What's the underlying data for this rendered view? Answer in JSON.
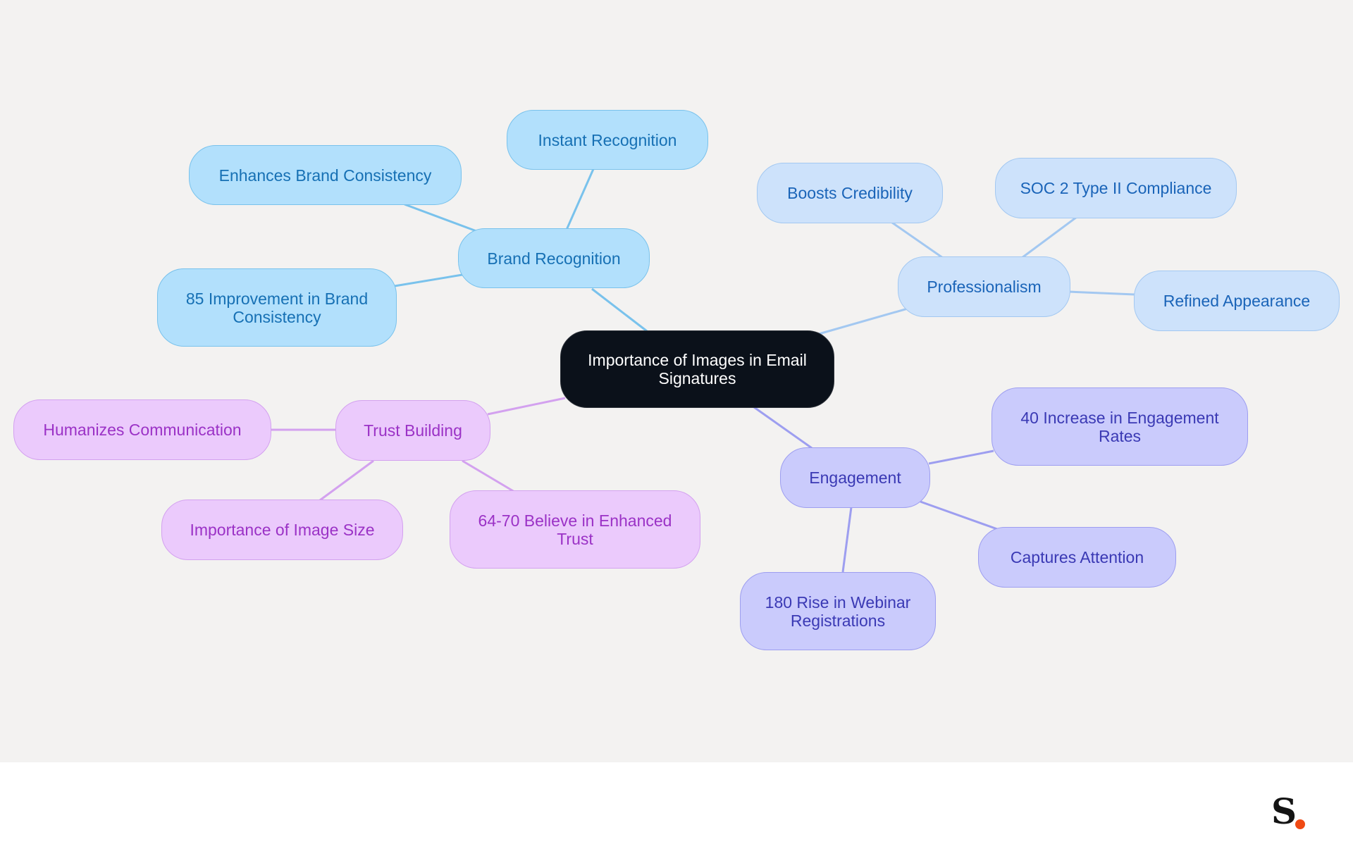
{
  "diagram": {
    "root": "Importance of Images in Email Signatures",
    "branches": [
      {
        "label": "Brand Recognition",
        "children": [
          "Instant Recognition",
          "Enhances Brand Consistency",
          "85 Improvement in Brand Consistency"
        ]
      },
      {
        "label": "Professionalism",
        "children": [
          "Boosts Credibility",
          "SOC 2 Type II Compliance",
          "Refined Appearance"
        ]
      },
      {
        "label": "Engagement",
        "children": [
          "40 Increase in Engagement Rates",
          "Captures Attention",
          "180 Rise in Webinar Registrations"
        ]
      },
      {
        "label": "Trust Building",
        "children": [
          "Humanizes Communication",
          "Importance of Image Size",
          "64-70 Believe in Enhanced Trust"
        ]
      }
    ]
  },
  "colors": {
    "root": "#0b111a",
    "brand_recognition": "#b2e0fc",
    "professionalism": "#cde2fb",
    "engagement": "#cacbfc",
    "trust_building": "#ebcafc",
    "background": "#f3f2f1",
    "logo_accent": "#f04a14"
  },
  "logo": {
    "letter": "S",
    "icon": "brand-logo-icon"
  }
}
